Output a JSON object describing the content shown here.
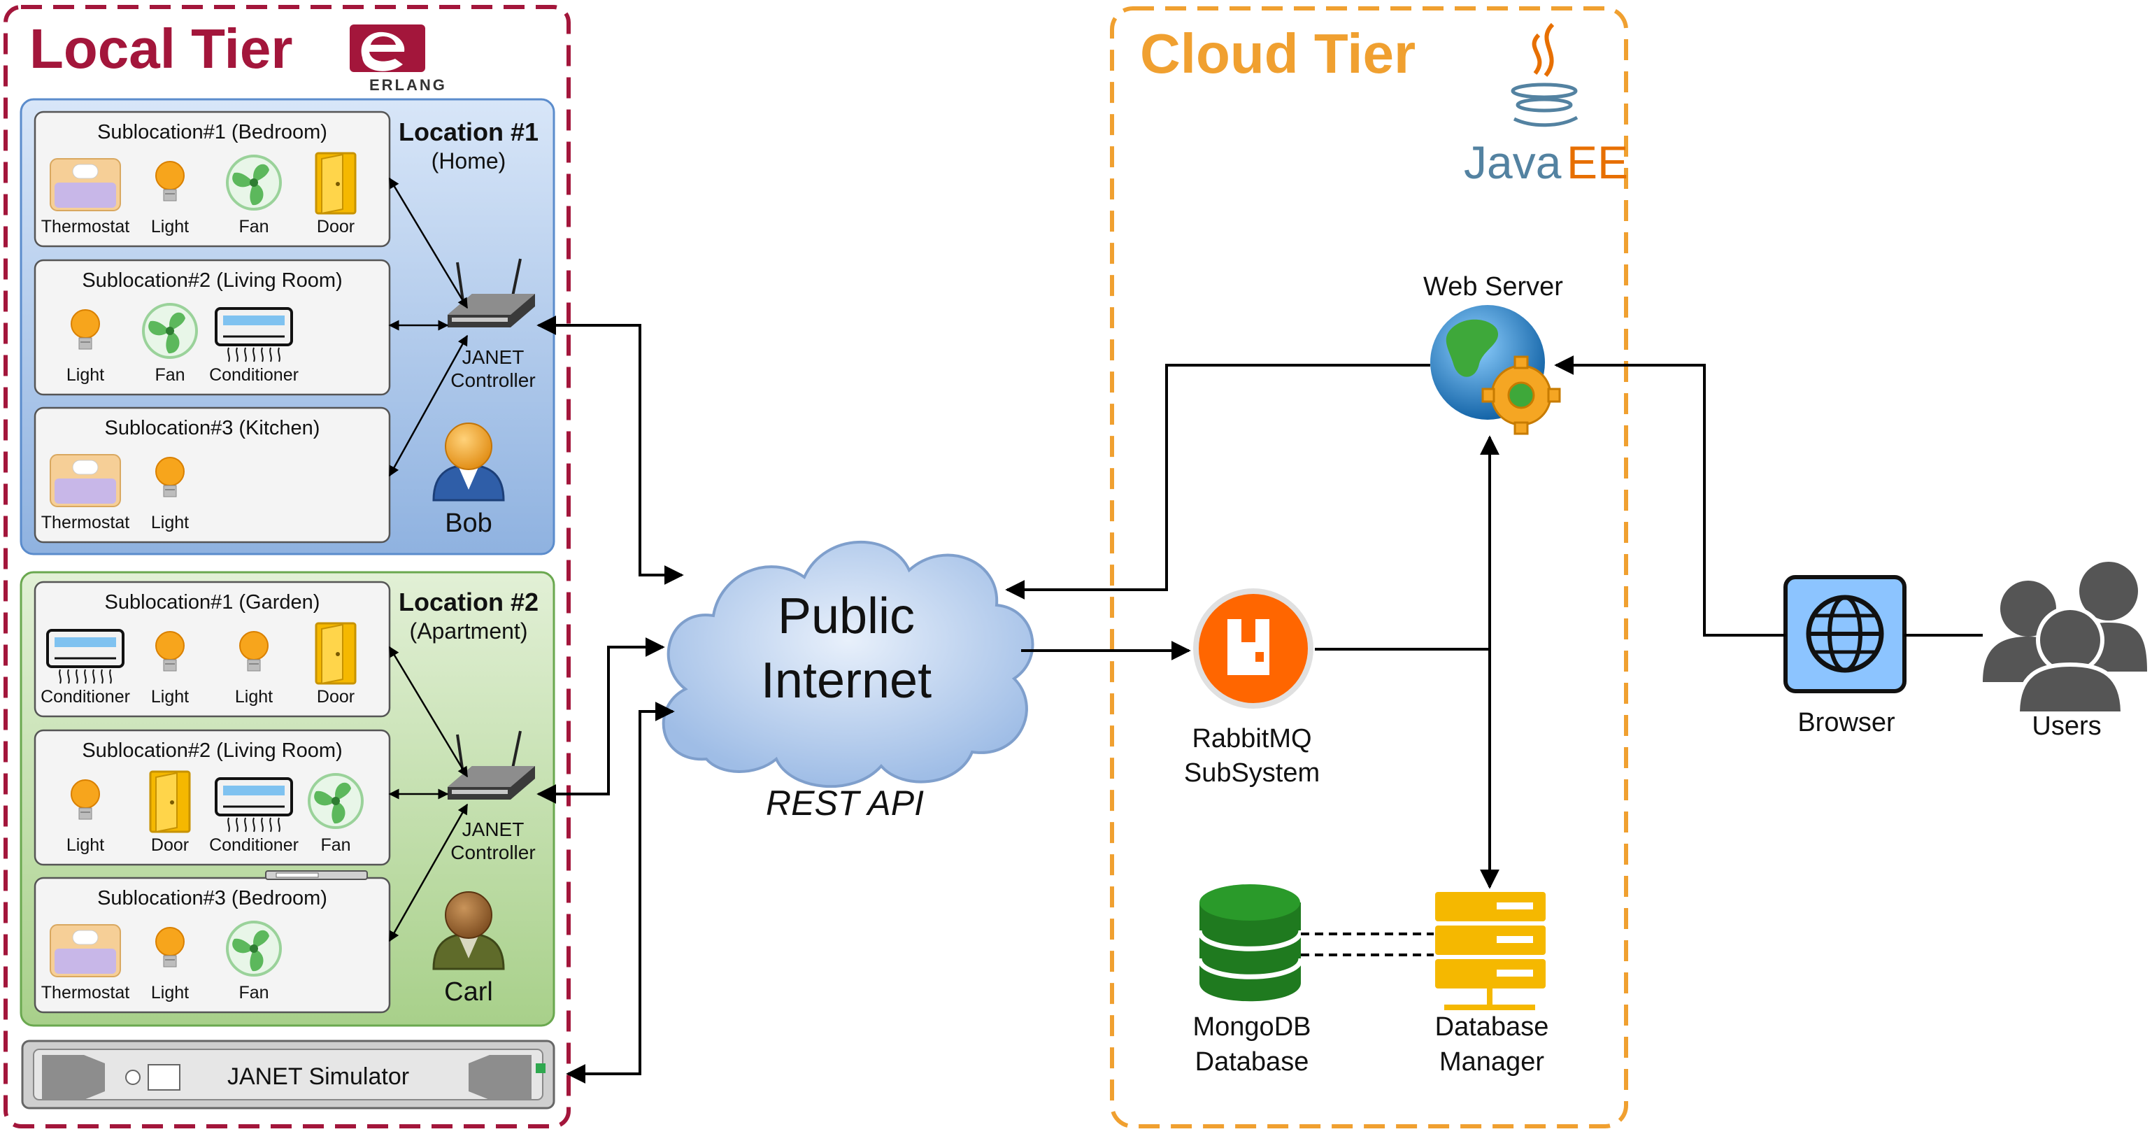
{
  "local_tier": {
    "title": "Local Tier",
    "erlang_logo_text": "ERLANG",
    "locations": [
      {
        "title": "Location #1",
        "subtitle": "(Home)",
        "user": "Bob",
        "controller_line1": "JANET",
        "controller_line2": "Controller",
        "sublocations": [
          {
            "title": "Sublocation#1 (Bedroom)",
            "devices": [
              "Thermostat",
              "Light",
              "Fan",
              "Door"
            ]
          },
          {
            "title": "Sublocation#2 (Living Room)",
            "devices": [
              "Light",
              "Fan",
              "Conditioner"
            ]
          },
          {
            "title": "Sublocation#3 (Kitchen)",
            "devices": [
              "Thermostat",
              "Light"
            ]
          }
        ]
      },
      {
        "title": "Location #2",
        "subtitle": "(Apartment)",
        "user": "Carl",
        "controller_line1": "JANET",
        "controller_line2": "Controller",
        "sublocations": [
          {
            "title": "Sublocation#1 (Garden)",
            "devices": [
              "Conditioner",
              "Light",
              "Light",
              "Door"
            ]
          },
          {
            "title": "Sublocation#2 (Living Room)",
            "devices": [
              "Light",
              "Door",
              "Conditioner",
              "Fan"
            ]
          },
          {
            "title": "Sublocation#3 (Bedroom)",
            "devices": [
              "Thermostat",
              "Light",
              "Fan"
            ]
          }
        ]
      }
    ],
    "simulator": "JANET Simulator"
  },
  "internet": {
    "line1": "Public",
    "line2": "Internet",
    "caption": "REST API"
  },
  "cloud_tier": {
    "title": "Cloud Tier",
    "java_logo_text": "Java",
    "java_logo_suffix": "EE",
    "web_server": "Web Server",
    "rabbitmq_line1": "RabbitMQ",
    "rabbitmq_line2": "SubSystem",
    "mongodb_line1": "MongoDB",
    "mongodb_line2": "Database",
    "dbmanager_line1": "Database",
    "dbmanager_line2": "Manager"
  },
  "external": {
    "browser": "Browser",
    "users": "Users"
  },
  "colors": {
    "local_border": "#a3163b",
    "cloud_border": "#f0a030",
    "location1_fill": "#bcd3f0",
    "location2_fill": "#c9e3b5",
    "rabbit_orange": "#ff6600",
    "mongo_green": "#1f7a1f",
    "dbmanager_yellow": "#f5b800"
  }
}
